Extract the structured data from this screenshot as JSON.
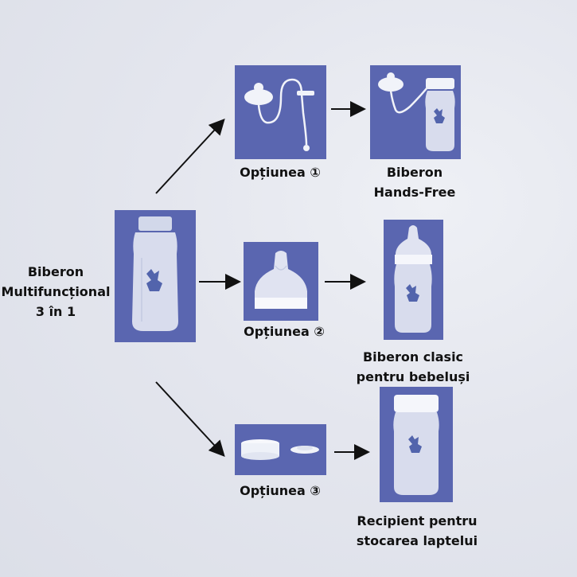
{
  "source": {
    "lines": [
      "Biberon",
      "Multifuncțional",
      "3 în 1"
    ]
  },
  "option1": {
    "label": "Opțiunea ①"
  },
  "option2": {
    "label": "Opțiunea ②"
  },
  "option3": {
    "label": "Opțiunea ③"
  },
  "result1": {
    "lines": [
      "Biberon",
      "Hands-Free"
    ]
  },
  "result2": {
    "lines": [
      "Biberon clasic",
      "pentru bebeluși"
    ]
  },
  "result3": {
    "lines": [
      "Recipient pentru",
      "stocarea laptelui"
    ]
  },
  "colors": {
    "tile": "#5a66b0",
    "arrow": "#111111",
    "background": "#e4e6ee"
  },
  "icons": {
    "source_tile": "bottle-icon",
    "option1_tile": "pacifier-straw-icon",
    "option2_tile": "nipple-icon",
    "option3_tile": "storage-lid-icon",
    "result1_tile": "hands-free-bottle-icon",
    "result2_tile": "classic-bottle-icon",
    "result3_tile": "storage-bottle-icon"
  }
}
